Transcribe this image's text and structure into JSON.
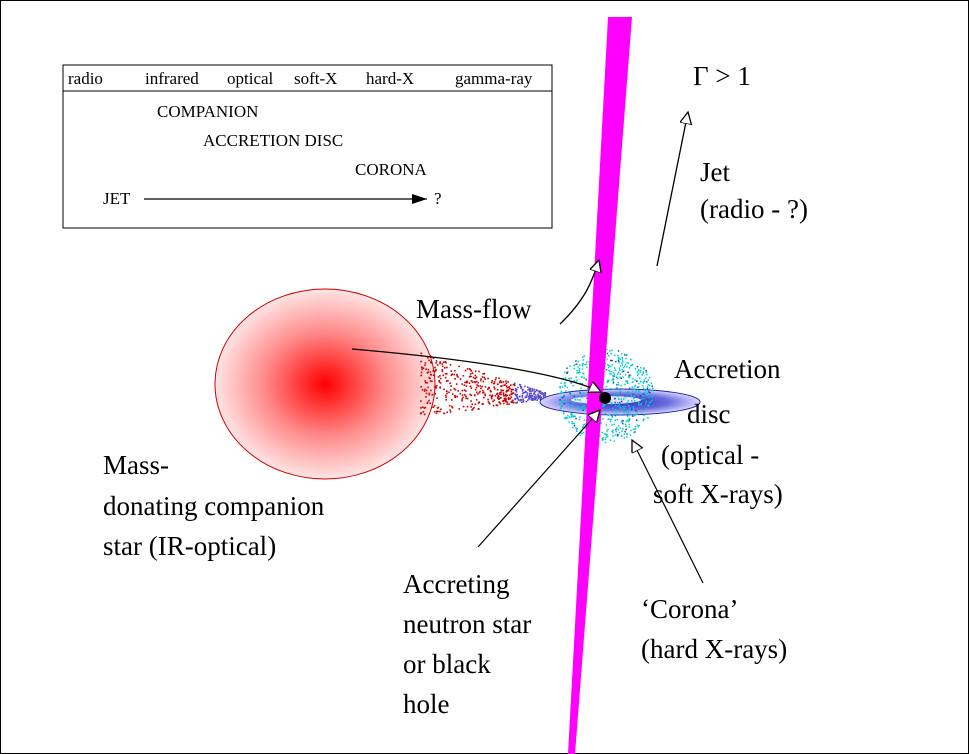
{
  "legend_box": {
    "bands": [
      "radio",
      "infrared",
      "optical",
      "soft-X",
      "hard-X",
      "gamma-ray"
    ],
    "components": [
      "COMPANION",
      "ACCRETION DISC",
      "CORONA"
    ],
    "jet_label": "JET",
    "jet_end": "?"
  },
  "labels": {
    "gamma": "Γ > 1",
    "jet_line1": "Jet",
    "jet_line2": "(radio - ?)",
    "massflow": "Mass-flow",
    "disc_line1": "Accretion",
    "disc_line2": "disc",
    "disc_line3": "(optical -",
    "disc_line4": "soft X-rays)",
    "companion_line1": "Mass-",
    "companion_line2": "donating companion",
    "companion_line3": "star (IR-optical)",
    "accretor_line1": "Accreting",
    "accretor_line2": "neutron star",
    "accretor_line3": "or black",
    "accretor_line4": "hole",
    "corona_line1": "‘Corona’",
    "corona_line2": "(hard X-rays)"
  },
  "colors": {
    "jet": "#ff00ff",
    "companion": "#ff0000",
    "disc": "#3333cc",
    "corona": "#00cccc",
    "matter_stream": "#cc0000"
  }
}
